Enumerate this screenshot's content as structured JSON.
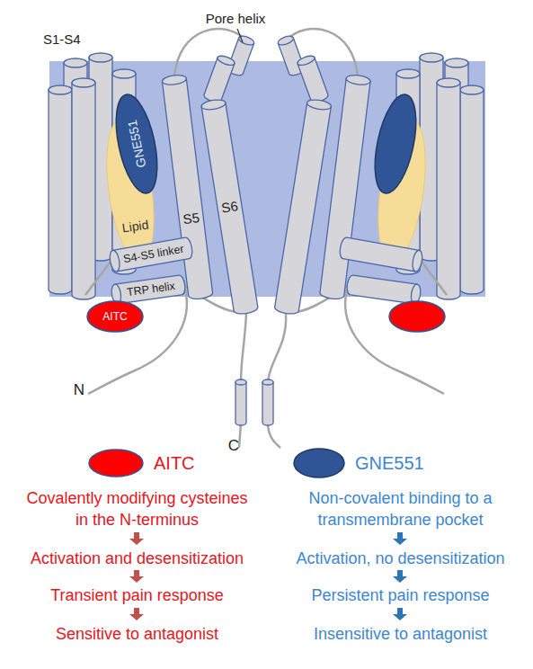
{
  "diagram": {
    "nodes": [
      {
        "text": [
          "GNE551"
        ]
      },
      {
        "text": [
          "Lipid"
        ]
      },
      {
        "text": [
          "S5"
        ]
      },
      {
        "text": [
          "S6"
        ]
      },
      {
        "text": [
          "S4-S5 linker"
        ]
      },
      {
        "text": [
          "TRP helix"
        ]
      },
      {
        "text": [
          "AITC"
        ]
      }
    ],
    "labels": [
      "S1-S4",
      "Pore helix",
      "N",
      "C",
      "Covalently modifying cysteines in the N-terminus",
      "Activation and desensitization",
      "Transient pain response",
      "Sensitive to antagonist",
      "Non-covalent binding to a transmembrane pocket",
      "Activation, no desensitization",
      "Persistent pain response",
      "Insensitive to antagonist"
    ],
    "legend": [
      {
        "text": "AITC",
        "color": "#ff0000"
      },
      {
        "text": "GNE551",
        "color": "#2f5597"
      }
    ]
  }
}
